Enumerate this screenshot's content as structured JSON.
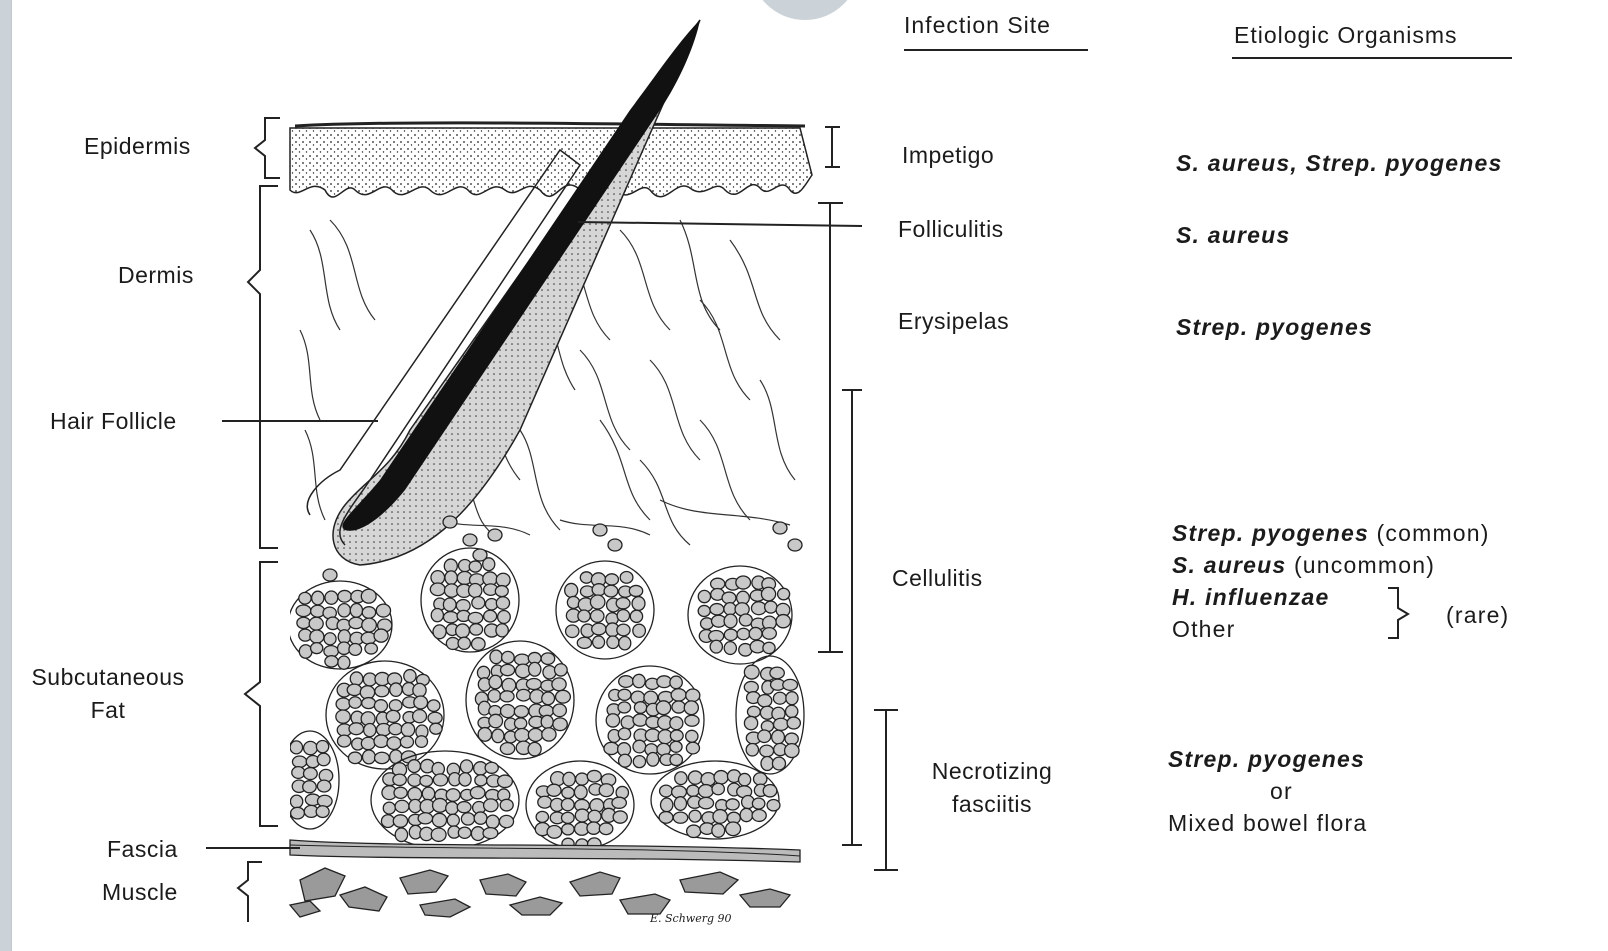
{
  "headers": {
    "infection_site": "Infection Site",
    "etiologic_organisms": "Etiologic Organisms"
  },
  "layers": {
    "epidermis": "Epidermis",
    "dermis": "Dermis",
    "hair_follicle": "Hair Follicle",
    "subcutaneous_fat_line1": "Subcutaneous",
    "subcutaneous_fat_line2": "Fat",
    "fascia": "Fascia",
    "muscle": "Muscle"
  },
  "sites": {
    "impetigo": "Impetigo",
    "folliculitis": "Folliculitis",
    "erysipelas": "Erysipelas",
    "cellulitis": "Cellulitis",
    "necrotizing_line1": "Necrotizing",
    "necrotizing_line2": "fasciitis"
  },
  "organisms": {
    "impetigo": "S. aureus, Strep. pyogenes",
    "folliculitis": "S. aureus",
    "erysipelas": "Strep. pyogenes",
    "cellulitis": [
      {
        "name": "Strep. pyogenes",
        "note": "(common)"
      },
      {
        "name": "S. aureus",
        "note": "(uncommon)"
      },
      {
        "name": "H. influenzae",
        "note": ""
      },
      {
        "name": "",
        "note": "Other"
      }
    ],
    "cellulitis_rare": "(rare)",
    "necrotizing": {
      "line1": "Strep. pyogenes",
      "line2": "or",
      "line3": "Mixed bowel flora"
    }
  },
  "signature": "E. Schwerg 90",
  "colors": {
    "ink": "#1b1b1b",
    "fat_cell": "#c8c8c8",
    "frame": "#ccd3d8"
  }
}
